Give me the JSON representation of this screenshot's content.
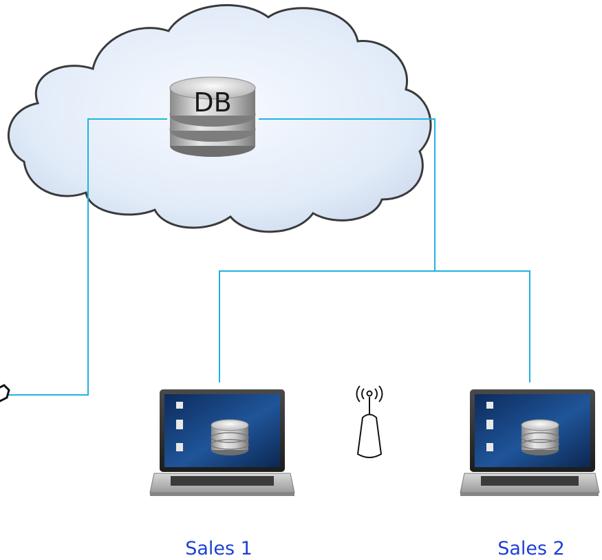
{
  "cloud": {
    "db_label": "DB"
  },
  "nodes": [
    {
      "label": "Sales 1"
    },
    {
      "label": "Sales 2"
    }
  ],
  "colors": {
    "link": "#1fb2e0",
    "label": "#1d3fd6",
    "cloud_fill": "#dde8f7",
    "cloud_stroke": "#3a3a3a",
    "screen": "#17407e"
  },
  "icons": [
    "cloud-icon",
    "database-icon",
    "laptop-icon",
    "wireless-access-point-icon",
    "cable-connector-icon"
  ]
}
